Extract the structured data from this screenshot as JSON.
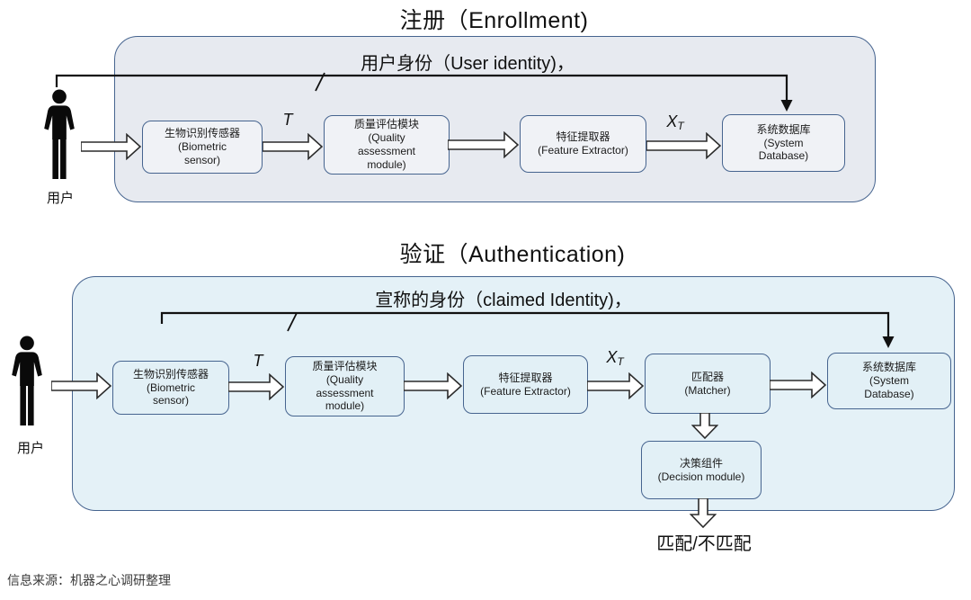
{
  "enrollment": {
    "title": "注册（Enrollment)",
    "identity_label": "用户身份（User identity)，",
    "user_label": "用户",
    "transfer_label": "T",
    "feature_label_main": "X",
    "feature_label_sub": "T",
    "boxes": [
      {
        "label": "生物识别传感器\n(Biometric\nsensor)"
      },
      {
        "label": "质量评估模块\n(Quality\nassessment\nmodule)"
      },
      {
        "label": "特征提取器\n(Feature Extractor)"
      },
      {
        "label": "系统数据库\n(System\nDatabase)"
      }
    ]
  },
  "authentication": {
    "title": "验证（Authentication)",
    "identity_label": "宣称的身份（claimed Identity)，",
    "user_label": "用户",
    "transfer_label": "T",
    "feature_label_main": "X",
    "feature_label_sub": "T",
    "boxes": [
      {
        "label": "生物识别传感器\n(Biometric\nsensor)"
      },
      {
        "label": "质量评估模块\n(Quality\nassessment\nmodule)"
      },
      {
        "label": "特征提取器\n(Feature Extractor)"
      },
      {
        "label": "匹配器\n(Matcher)"
      },
      {
        "label": "系统数据库\n(System\nDatabase)"
      },
      {
        "label": "决策组件\n(Decision module)"
      }
    ],
    "result_label": "匹配/不匹配"
  },
  "footer": {
    "source": "信息来源：机器之心调研整理"
  },
  "colors": {
    "panel_enrollment_fill": "#e7eaf0",
    "panel_auth_fill": "#e4f1f7",
    "panel_border": "#46648f",
    "line_color": "#111111",
    "figure_color": "#0a0a0a"
  }
}
